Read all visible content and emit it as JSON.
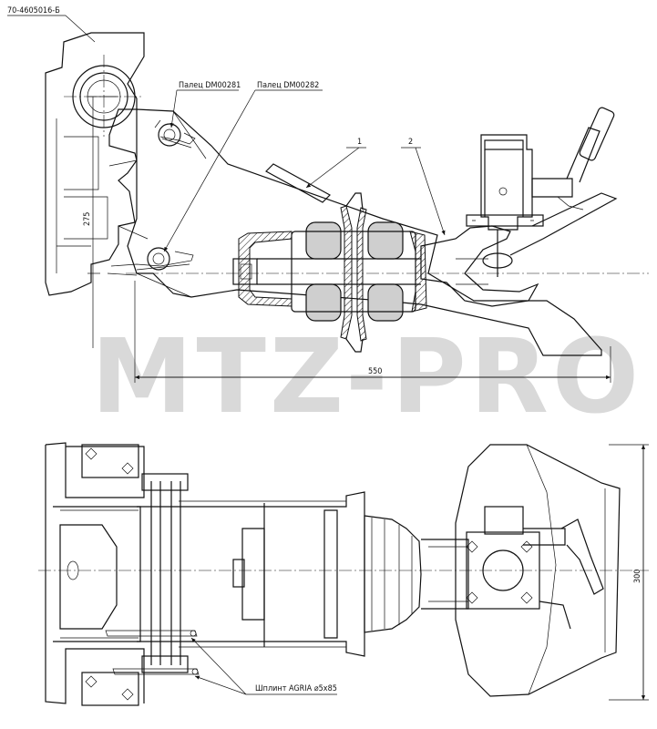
{
  "drawing_number": "70-4605016-Б",
  "labels": {
    "pin1": "Палец DM00281",
    "pin2": "Палец DM00282",
    "callout1": "1",
    "callout2": "2",
    "cotter": "Шплинт AGRIA ⌀5x85"
  },
  "dimensions": {
    "height": "275",
    "length": "550",
    "width": "300"
  },
  "watermark": "MTZ-PRO"
}
